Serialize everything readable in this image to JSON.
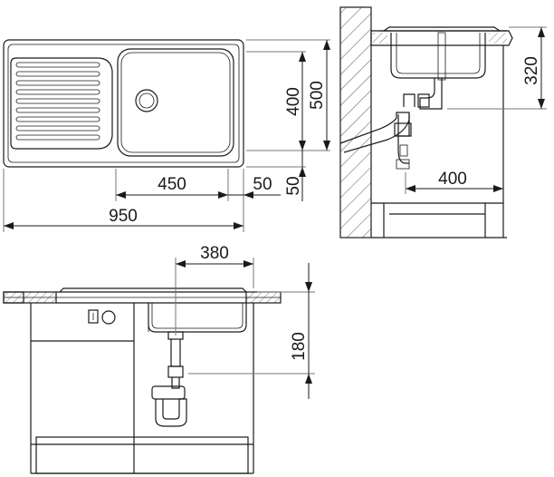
{
  "dimensions": {
    "top_view": {
      "depth_inner": "400",
      "depth_total": "500",
      "bowl_width": "450",
      "edge_offset": "50",
      "side_offset": "50",
      "total_width": "950"
    },
    "side_view": {
      "bowl_depth": "320",
      "cabinet_depth": "400"
    },
    "front_view": {
      "drain_offset": "380",
      "siphon_height": "180"
    }
  },
  "colors": {
    "line": "#1a1a1a",
    "hatch": "#555555",
    "background": "#ffffff"
  }
}
